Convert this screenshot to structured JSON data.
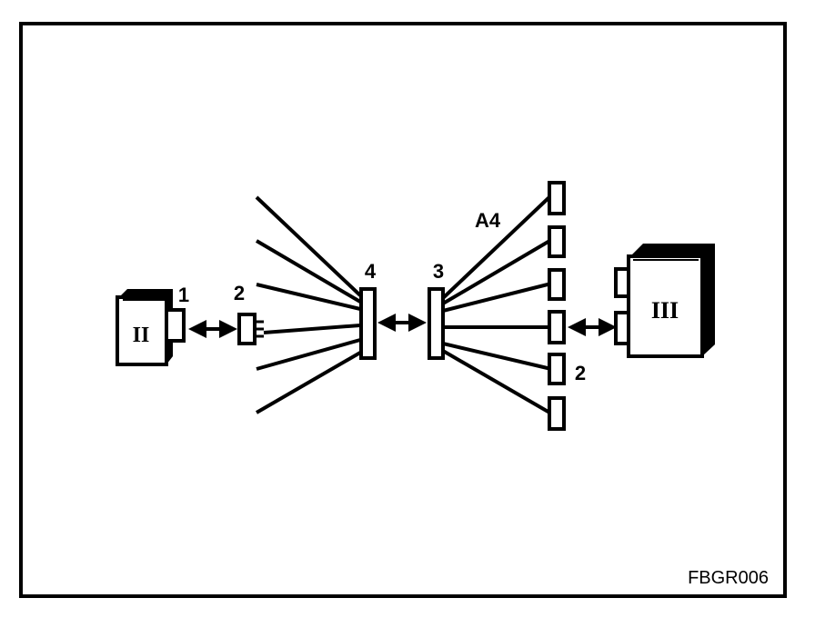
{
  "labels": {
    "unit_left_roman": "II",
    "unit_right_roman": "III",
    "connector_1": "1",
    "plug_2_left": "2",
    "block_4": "4",
    "block_3": "3",
    "wire_a4": "A4",
    "plug_2_right": "2"
  },
  "figure_code": "FBGR006",
  "colors": {
    "ink": "#000000",
    "background": "#ffffff"
  }
}
